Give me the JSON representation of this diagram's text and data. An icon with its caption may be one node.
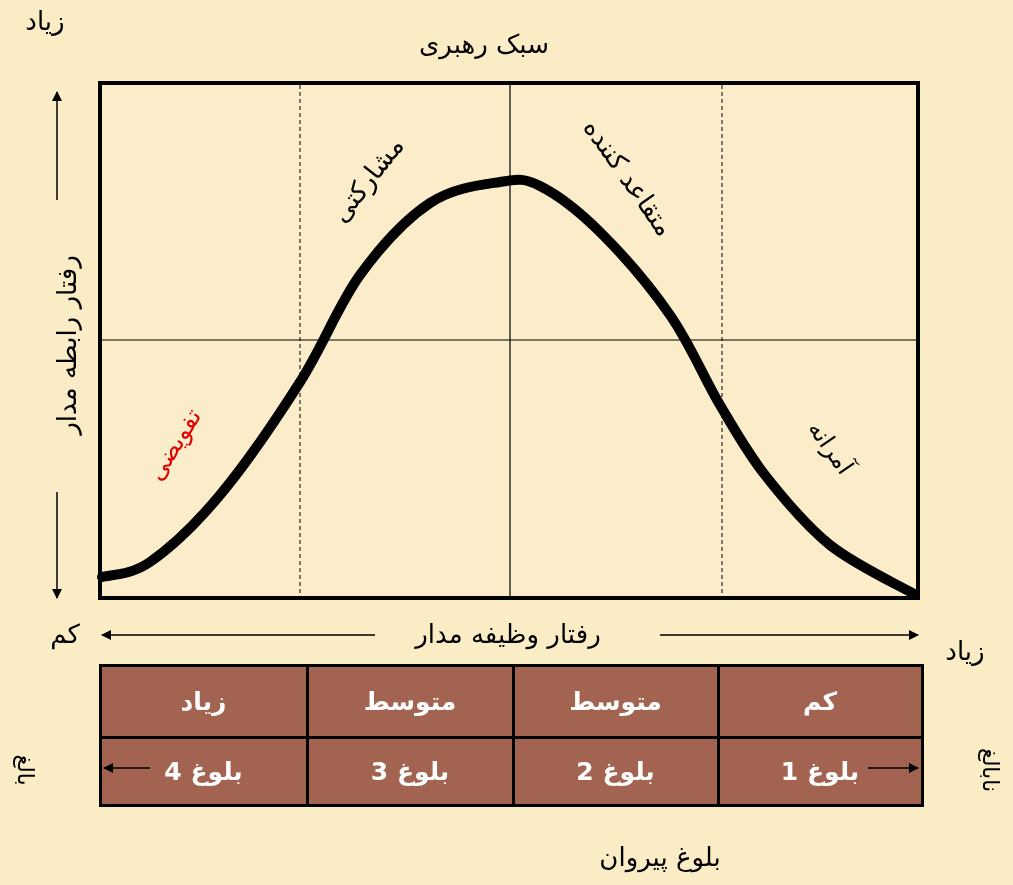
{
  "diagram": {
    "title": "سبک رهبری",
    "labels": [
      "زیاد",
      "رفتار رابطه مدار",
      "مشارکتی",
      "متقاعد کننده",
      "تفویضی",
      "آمرانه",
      "کم",
      "رفتار وظیفه مدار",
      "زیاد",
      "زیاد",
      "متوسط",
      "متوسط",
      "کم",
      "بالغ",
      "بلوغ 4",
      "بلوغ 3",
      "بلوغ 2",
      "بلوغ 1",
      "نابالغ",
      "بلوغ پیروان"
    ]
  }
}
